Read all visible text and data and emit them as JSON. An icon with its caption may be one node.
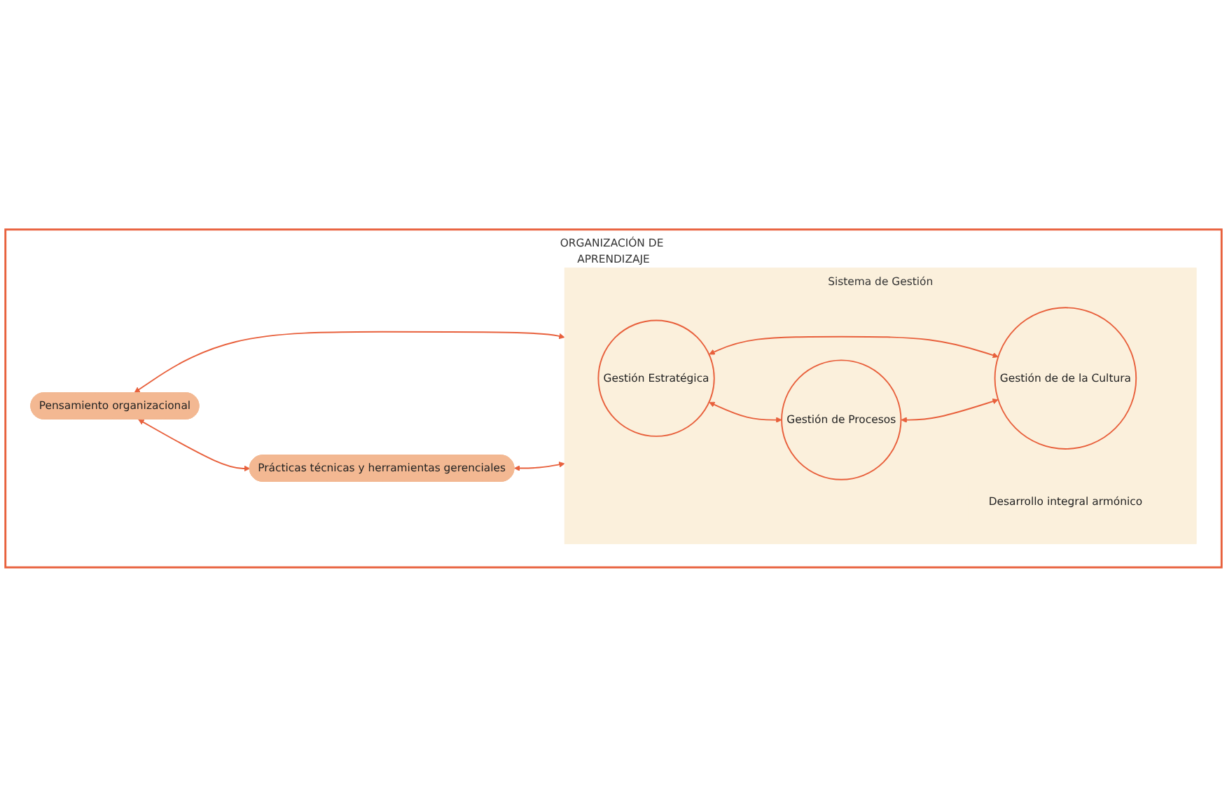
{
  "diagram": {
    "nodes": [
      {
        "text": [
          "ORGANIZACIÓN DE APRENDIZAJE"
        ]
      },
      {
        "text": [
          "Pensamiento organizacional"
        ],
        "in": 0
      },
      {
        "text": [
          "Prácticas técnicas y herramientas gerenciales"
        ],
        "in": 0
      },
      {
        "text": [
          "Sistema de Gestión"
        ],
        "in": 0
      },
      {
        "text": [
          "Gestión Estratégica"
        ],
        "in": 3
      },
      {
        "text": [
          "Gestión de Procesos"
        ],
        "in": 3
      },
      {
        "text": [
          "Gestión de de la Cultura"
        ],
        "in": 3
      },
      {
        "text": [
          "Desarrollo integral armónico"
        ],
        "in": 3
      }
    ],
    "edges": [
      {
        "from": 1,
        "to": 3,
        "arrow": "both"
      },
      {
        "from": 1,
        "to": 2,
        "arrow": "both"
      },
      {
        "from": 2,
        "to": 3,
        "arrow": "both"
      },
      {
        "from": 4,
        "to": 5,
        "arrow": "both"
      },
      {
        "from": 4,
        "to": 6,
        "arrow": "both"
      },
      {
        "from": 5,
        "to": 6,
        "arrow": "both"
      }
    ]
  }
}
